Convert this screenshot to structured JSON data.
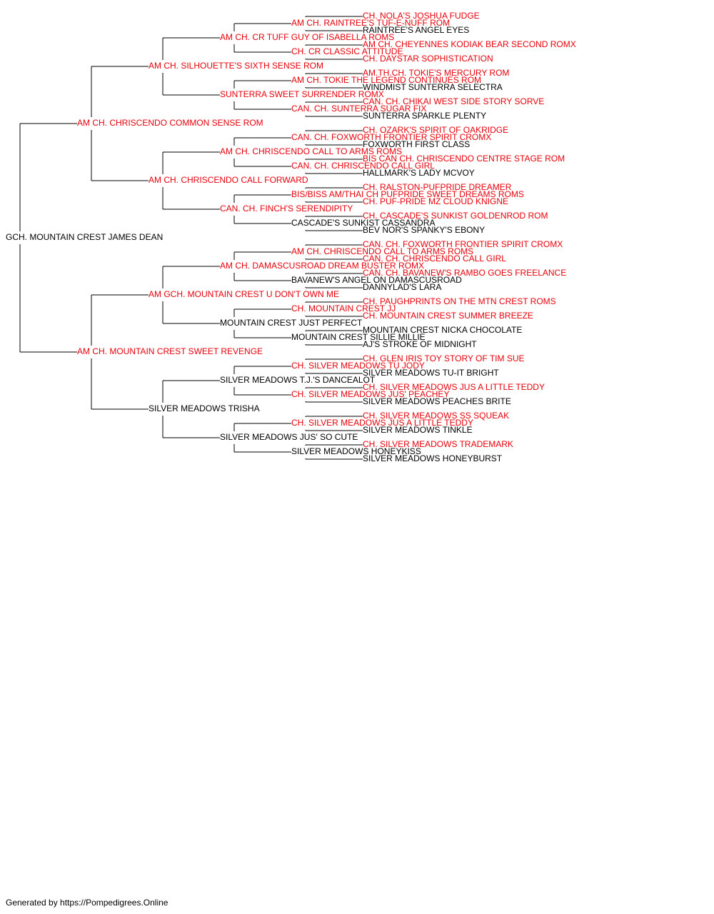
{
  "colors": {
    "champion": "#e8000b",
    "regular": "#000000",
    "line": "#000000"
  },
  "tree": {
    "name": "GCH. MOUNTAIN CREST JAMES DEAN",
    "champion": false,
    "sire": {
      "name": "AM CH. CHRISCENDO COMMON SENSE ROM",
      "champion": true,
      "sire": {
        "name": "AM CH. SILHOUETTE'S SIXTH SENSE ROM",
        "champion": true,
        "sire": {
          "name": "AM CH. CR TUFF GUY OF ISABELLA ROMS",
          "champion": true,
          "sire": {
            "name": "AM CH. RAINTREE'S TUF-E-NUFF ROM",
            "champion": true,
            "sire": {
              "name": "CH. NOLA'S JOSHUA FUDGE",
              "champion": true
            },
            "dam": {
              "name": "RAINTREE'S ANGEL EYES",
              "champion": false
            }
          },
          "dam": {
            "name": "CH. CR CLASSIC ATTITUDE",
            "champion": true,
            "sire": {
              "name": "AM CH. CHEYENNES KODIAK BEAR SECOND ROMX",
              "champion": true
            },
            "dam": {
              "name": "CH. DAYSTAR SOPHISTICATION",
              "champion": true
            }
          }
        },
        "dam": {
          "name": "SUNTERRA SWEET SURRENDER ROMX",
          "champion": true,
          "sire": {
            "name": "AM CH. TOKIE THE LEGEND CONTINUES ROM",
            "champion": true,
            "sire": {
              "name": "AM.TH.CH. TOKIE'S MERCURY ROM",
              "champion": true
            },
            "dam": {
              "name": "WINDMIST SUNTERRA SELECTRA",
              "champion": false
            }
          },
          "dam": {
            "name": "CAN. CH. SUNTERRA SUGAR FIX",
            "champion": true,
            "sire": {
              "name": "CAN. CH. CHIKAI WEST SIDE STORY SORVE",
              "champion": true
            },
            "dam": {
              "name": "SUNTERRA SPARKLE PLENTY",
              "champion": false
            }
          }
        }
      },
      "dam": {
        "name": "AM CH. CHRISCENDO CALL FORWARD",
        "champion": true,
        "sire": {
          "name": "AM CH. CHRISCENDO CALL TO ARMS ROMS",
          "champion": true,
          "sire": {
            "name": "CAN. CH. FOXWORTH FRONTIER SPIRIT CROMX",
            "champion": true,
            "sire": {
              "name": "CH. OZARK'S SPIRIT OF OAKRIDGE",
              "champion": true
            },
            "dam": {
              "name": "FOXWORTH FIRST CLASS",
              "champion": false
            }
          },
          "dam": {
            "name": "CAN. CH. CHRISCENDO CALL GIRL",
            "champion": true,
            "sire": {
              "name": "BIS CAN CH. CHRISCENDO CENTRE STAGE ROM",
              "champion": true
            },
            "dam": {
              "name": "HALLMARK'S LADY MCVOY",
              "champion": false
            }
          }
        },
        "dam": {
          "name": "CAN. CH. FINCH'S SERENDIPITY",
          "champion": true,
          "sire": {
            "name": "BIS/BISS AM/THAI CH PUFPRIDE SWEET DREAMS ROMS",
            "champion": true,
            "sire": {
              "name": "CH. RALSTON-PUFPRIDE DREAMER",
              "champion": true
            },
            "dam": {
              "name": "CH. PUF-PRIDE MZ CLOUD KNIGNE",
              "champion": true
            }
          },
          "dam": {
            "name": "CASCADE'S SUNKIST CASSANDRA",
            "champion": false,
            "sire": {
              "name": "CH. CASCADE'S SUNKIST GOLDENROD ROM",
              "champion": true
            },
            "dam": {
              "name": "BEV NOR'S SPANKY'S EBONY",
              "champion": false
            }
          }
        }
      }
    },
    "dam": {
      "name": "AM CH. MOUNTAIN CREST SWEET REVENGE",
      "champion": true,
      "sire": {
        "name": "AM GCH. MOUNTAIN CREST U DON'T OWN ME",
        "champion": true,
        "sire": {
          "name": "AM CH. DAMASCUSROAD DREAM BUSTER ROMX",
          "champion": true,
          "sire": {
            "name": "AM CH. CHRISCENDO CALL TO ARMS ROMS",
            "champion": true,
            "sire": {
              "name": "CAN. CH. FOXWORTH FRONTIER SPIRIT CROMX",
              "champion": true
            },
            "dam": {
              "name": "CAN. CH. CHRISCENDO CALL GIRL",
              "champion": true
            }
          },
          "dam": {
            "name": "BAVANEW'S ANGEL ON DAMASCUSROAD",
            "champion": false,
            "sire": {
              "name": "CAN. CH. BAVANEW'S RAMBO GOES FREELANCE",
              "champion": true
            },
            "dam": {
              "name": "DANNYLAD'S LARA",
              "champion": false
            }
          }
        },
        "dam": {
          "name": "MOUNTAIN CREST JUST PERFECT",
          "champion": false,
          "sire": {
            "name": "CH. MOUNTAIN CREST JJ",
            "champion": true,
            "sire": {
              "name": "CH. PAUGHPRINTS ON THE MTN CREST ROMS",
              "champion": true
            },
            "dam": {
              "name": "CH. MOUNTAIN CREST SUMMER BREEZE",
              "champion": true
            }
          },
          "dam": {
            "name": "MOUNTAIN CREST SILLIE MILLIE",
            "champion": false,
            "sire": {
              "name": "MOUNTAIN CREST NICKA CHOCOLATE",
              "champion": false
            },
            "dam": {
              "name": "AJ'S STROKE OF MIDNIGHT",
              "champion": false
            }
          }
        }
      },
      "dam": {
        "name": "SILVER MEADOWS TRISHA",
        "champion": false,
        "sire": {
          "name": "SILVER MEADOWS T.J.'S DANCEALOT",
          "champion": false,
          "sire": {
            "name": "CH. SILVER MEADOWS TU JODY",
            "champion": true,
            "sire": {
              "name": "CH. GLEN IRIS TOY STORY OF TIM SUE",
              "champion": true
            },
            "dam": {
              "name": "SILVER MEADOWS TU-IT BRIGHT",
              "champion": false
            }
          },
          "dam": {
            "name": "CH. SILVER MEADOWS JUS' PEACHEY",
            "champion": true,
            "sire": {
              "name": "CH. SILVER MEADOWS JUS A LITTLE TEDDY",
              "champion": true
            },
            "dam": {
              "name": "SILVER MEADOWS PEACHES BRITE",
              "champion": false
            }
          }
        },
        "dam": {
          "name": "SILVER MEADOWS JUS' SO CUTE",
          "champion": false,
          "sire": {
            "name": "CH. SILVER MEADOWS JUS A LITTLE TEDDY",
            "champion": true,
            "sire": {
              "name": "CH. SILVER MEADOWS SS SQUEAK",
              "champion": true
            },
            "dam": {
              "name": "SILVER MEADOWS TINKLE",
              "champion": false
            }
          },
          "dam": {
            "name": "SILVER MEADOWS HONEYKISS",
            "champion": false,
            "sire": {
              "name": "CH. SILVER MEADOWS TRADEMARK",
              "champion": true
            },
            "dam": {
              "name": "SILVER MEADOWS HONEYBURST",
              "champion": false
            }
          }
        }
      }
    }
  },
  "footer": {
    "text": "Generated by https://Pompedigrees.Online"
  }
}
